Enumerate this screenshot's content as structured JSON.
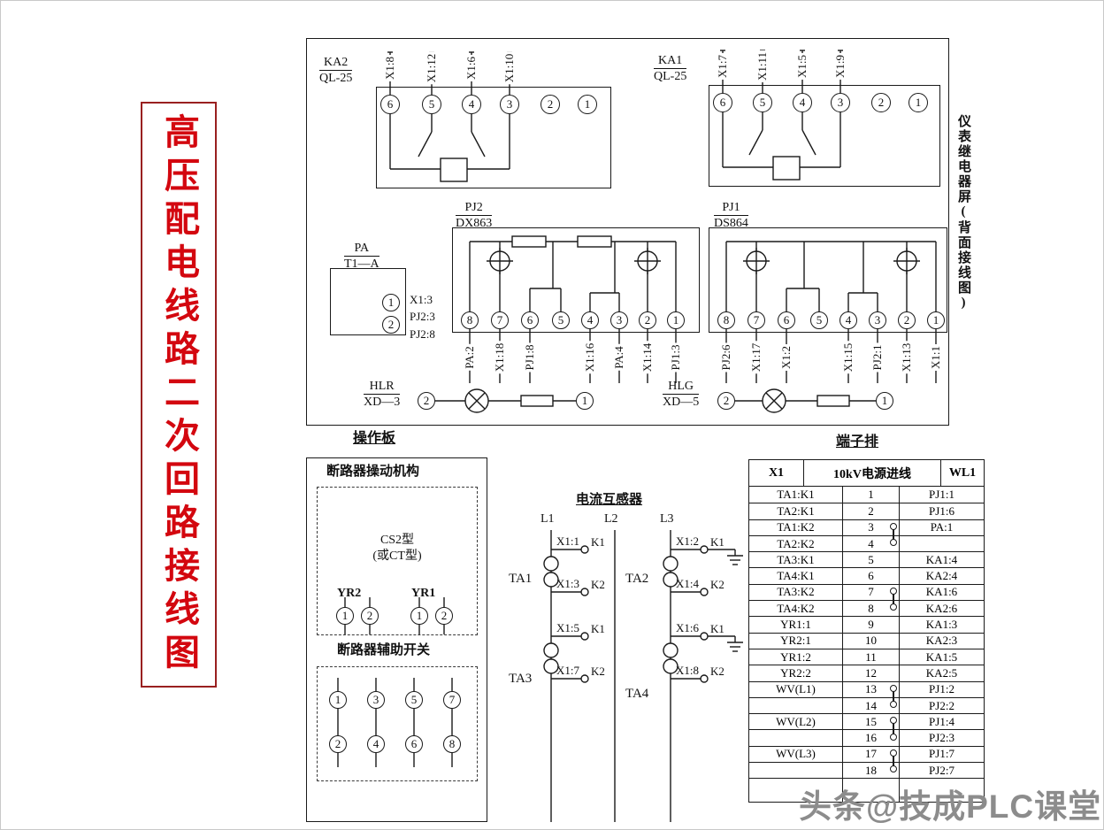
{
  "page": {
    "title_vertical": "高压配电线路二次回路接线图",
    "watermark": "头条@技成PLC课堂"
  },
  "colors": {
    "title_red": "#d3070f",
    "watermark_gray": "#8c8c8c"
  },
  "labels": {
    "panel_vertical": "仪表继电器屏(背面接线图)"
  },
  "relays": {
    "ka2": {
      "name": "KA2",
      "model": "QL-25",
      "terminals": [
        "6",
        "5",
        "4",
        "3",
        "2",
        "1"
      ],
      "top_labels": [
        "X1:8",
        "X1:12",
        "X1:6",
        "X1:10"
      ]
    },
    "ka1": {
      "name": "KA1",
      "model": "QL-25",
      "terminals": [
        "6",
        "5",
        "4",
        "3",
        "2",
        "1"
      ],
      "top_labels": [
        "X1:7",
        "X1:11",
        "X1:5",
        "X1:9"
      ]
    }
  },
  "pa": {
    "name": "PA",
    "model": "T1—A",
    "terminals": [
      "1",
      "2"
    ],
    "wire_labels": [
      "X1:3",
      "PJ2:3",
      "PJ2:8"
    ]
  },
  "meters": {
    "pj2": {
      "name": "PJ2",
      "model": "DX863",
      "terminals": [
        "8",
        "7",
        "6",
        "5",
        "4",
        "3",
        "2",
        "1"
      ],
      "bottom_labels": [
        "PA:2",
        "X1:18",
        "PJ1:8",
        "",
        "X1:16",
        "PA:4",
        "X1:14",
        "PJ1:3"
      ]
    },
    "pj1": {
      "name": "PJ1",
      "model": "DS864",
      "terminals": [
        "8",
        "7",
        "6",
        "5",
        "4",
        "3",
        "2",
        "1"
      ],
      "bottom_labels": [
        "PJ2:6",
        "X1:17",
        "X1:2",
        "",
        "X1:15",
        "PJ2:1",
        "X1:13",
        "X1:1"
      ]
    }
  },
  "lamps": {
    "hlr": {
      "name": "HLR",
      "model": "XD—3",
      "terminals": [
        "2",
        "1"
      ]
    },
    "hlg": {
      "name": "HLG",
      "model": "XD—5",
      "terminals": [
        "2",
        "1"
      ]
    }
  },
  "operation_panel": {
    "title": "操作板",
    "mechanism_title": "断路器操动机构",
    "mech_type": "CS2型",
    "mech_type2": "(或CT型)",
    "yr2_label": "YR2",
    "yr1_label": "YR1",
    "yr_terminals": [
      "1",
      "2",
      "1",
      "2"
    ],
    "aux_title": "断路器辅助开关",
    "aux_row1": [
      "1",
      "3",
      "5",
      "7"
    ],
    "aux_row2": [
      "2",
      "4",
      "6",
      "8"
    ]
  },
  "ct_section": {
    "title": "电流互感器",
    "phases": [
      "L1",
      "L2",
      "L3"
    ],
    "transformers": [
      {
        "name": "TA1",
        "t1": "X1:1",
        "k1": "K1",
        "t2": "X1:3",
        "k2": "K2"
      },
      {
        "name": "TA2",
        "t1": "X1:2",
        "k1": "K1",
        "t2": "X1:4",
        "k2": "K2"
      },
      {
        "name": "TA3",
        "t1": "X1:5",
        "k1": "K1",
        "t2": "X1:7",
        "k2": "K2"
      },
      {
        "name": "TA4",
        "t1": "X1:6",
        "k1": "K1",
        "t2": "X1:8",
        "k2": "K2"
      }
    ]
  },
  "terminal_table": {
    "title": "端子排",
    "header": [
      "X1",
      "10kV电源进线",
      "WL1"
    ],
    "rows": [
      [
        "TA1:K1",
        "1",
        "PJ1:1"
      ],
      [
        "TA2:K1",
        "2",
        "PJ1:6"
      ],
      [
        "TA1:K2",
        "3",
        "PA:1"
      ],
      [
        "TA2:K2",
        "4",
        ""
      ],
      [
        "TA3:K1",
        "5",
        "KA1:4"
      ],
      [
        "TA4:K1",
        "6",
        "KA2:4"
      ],
      [
        "TA3:K2",
        "7",
        "KA1:6"
      ],
      [
        "TA4:K2",
        "8",
        "KA2:6"
      ],
      [
        "YR1:1",
        "9",
        "KA1:3"
      ],
      [
        "YR2:1",
        "10",
        "KA2:3"
      ],
      [
        "YR1:2",
        "11",
        "KA1:5"
      ],
      [
        "YR2:2",
        "12",
        "KA2:5"
      ],
      [
        "WV(L1)",
        "13",
        "PJ1:2"
      ],
      [
        "",
        "14",
        "PJ2:2"
      ],
      [
        "WV(L2)",
        "15",
        "PJ1:4"
      ],
      [
        "",
        "16",
        "PJ2:3"
      ],
      [
        "WV(L3)",
        "17",
        "PJ1:7"
      ],
      [
        "",
        "18",
        "PJ2:7"
      ]
    ],
    "links": [
      [
        3,
        4
      ],
      [
        7,
        8
      ],
      [
        13,
        14
      ],
      [
        15,
        16
      ],
      [
        17,
        18
      ]
    ]
  }
}
